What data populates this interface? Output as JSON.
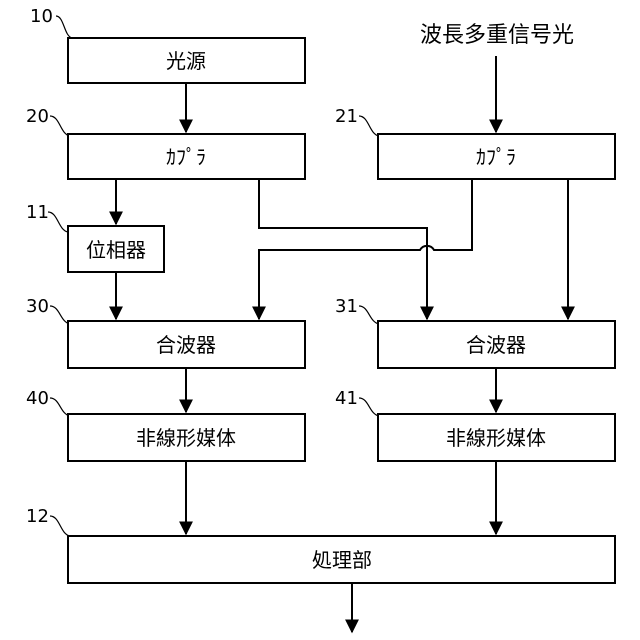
{
  "input": {
    "label": "波長多重信号光"
  },
  "blocks": {
    "light_source": {
      "label": "光源",
      "ref": "10"
    },
    "coupler_left": {
      "label": "ｶﾌﾟﾗ",
      "ref": "20"
    },
    "coupler_right": {
      "label": "ｶﾌﾟﾗ",
      "ref": "21"
    },
    "phase_shifter": {
      "label": "位相器",
      "ref": "11"
    },
    "combiner_left": {
      "label": "合波器",
      "ref": "30"
    },
    "combiner_right": {
      "label": "合波器",
      "ref": "31"
    },
    "nonlinear_left": {
      "label": "非線形媒体",
      "ref": "40"
    },
    "nonlinear_right": {
      "label": "非線形媒体",
      "ref": "41"
    },
    "processor": {
      "label": "処理部",
      "ref": "12"
    }
  }
}
